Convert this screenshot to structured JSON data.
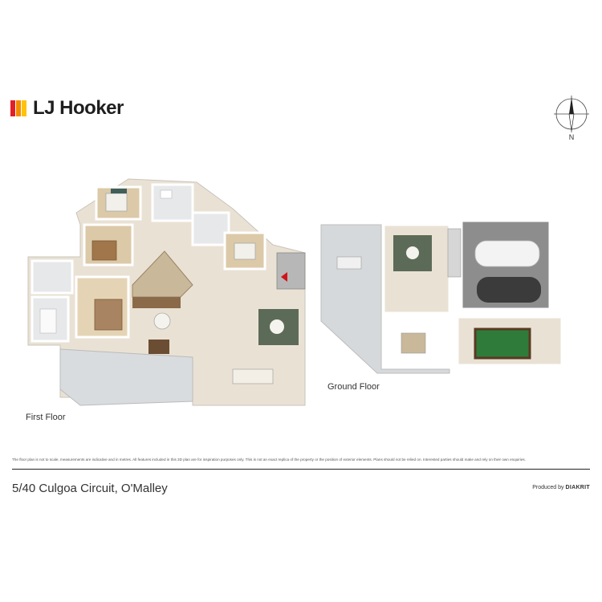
{
  "brand": {
    "name": "LJ Hooker",
    "colors": {
      "red": "#e31e24",
      "orange": "#f28c00",
      "yellow": "#ffc20e",
      "text": "#1e1e1e"
    }
  },
  "compass": {
    "label": "N",
    "icon": "north-arrow-icon"
  },
  "floors": {
    "first": {
      "label": "First Floor"
    },
    "ground": {
      "label": "Ground Floor"
    }
  },
  "disclaimer": "The floor plan is not to scale, measurements are indicative and in metres. All features included in this 3D plan are for inspiration purposes only. This is not an exact replica of the property or the position of exterior elements. Plans should not be relied on. Interested parties should make and rely on their own enquiries.",
  "address": "5/40 Culgoa Circuit, O'Malley",
  "credit": {
    "prefix": "Produced by",
    "company": "DIAKRIT"
  }
}
